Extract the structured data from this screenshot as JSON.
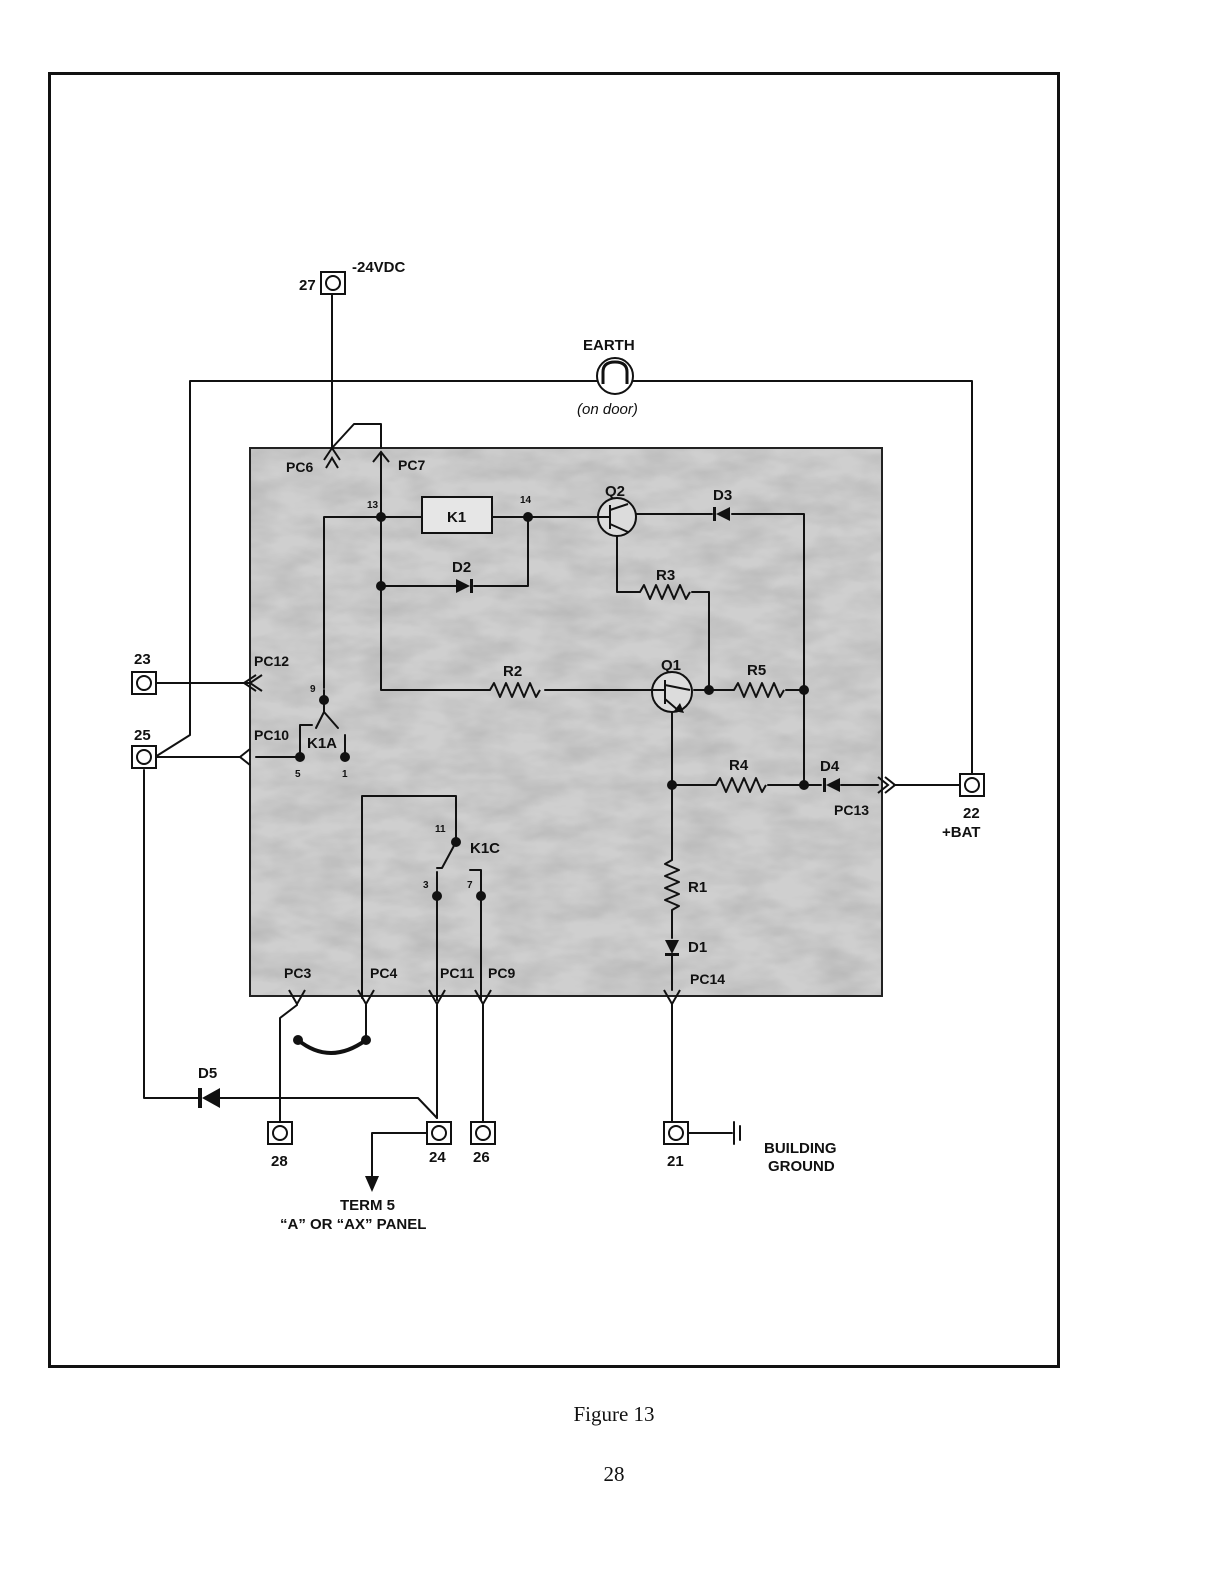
{
  "figure": {
    "caption": "Figure 13",
    "page_number": "28"
  },
  "labels": {
    "supply": "-24VDC",
    "earth": "EARTH",
    "earth_note": "(on door)",
    "bat": "+BAT",
    "building_ground_1": "BUILDING",
    "building_ground_2": "GROUND",
    "term5_1": "TERM 5",
    "term5_2": "“A” OR “AX” PANEL"
  },
  "components": {
    "K1": "K1",
    "Q1": "Q1",
    "Q2": "Q2",
    "D1": "D1",
    "D2": "D2",
    "D3": "D3",
    "D4": "D4",
    "D5": "D5",
    "R1": "R1",
    "R2": "R2",
    "R3": "R3",
    "R4": "R4",
    "R5": "R5",
    "K1A": "K1A",
    "K1C": "K1C"
  },
  "connectors": {
    "PC3": "PC3",
    "PC4": "PC4",
    "PC6": "PC6",
    "PC7": "PC7",
    "PC9": "PC9",
    "PC10": "PC10",
    "PC11": "PC11",
    "PC12": "PC12",
    "PC13": "PC13",
    "PC14": "PC14"
  },
  "terminals": {
    "t21": "21",
    "t22": "22",
    "t23": "23",
    "t24": "24",
    "t25": "25",
    "t26": "26",
    "t27": "27",
    "t28": "28"
  },
  "pins": {
    "p13": "13",
    "p14": "14",
    "p9": "9",
    "p5": "5",
    "p1": "1",
    "p11": "11",
    "p3": "3",
    "p7": "7"
  }
}
